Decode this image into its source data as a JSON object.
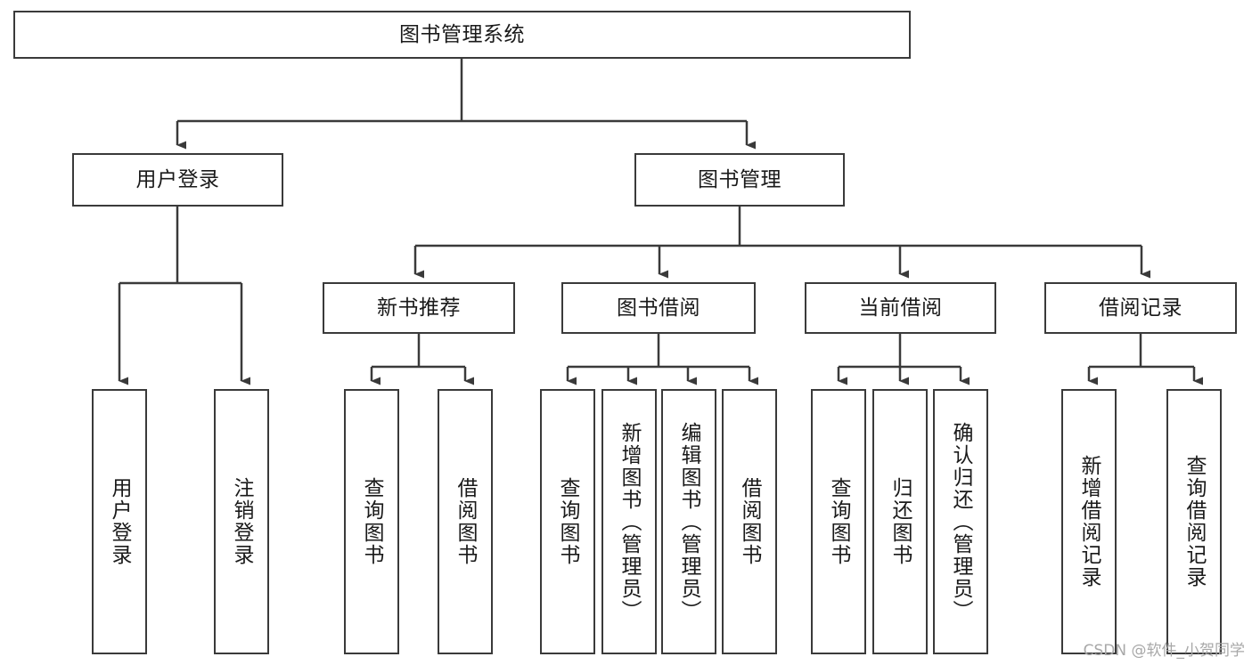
{
  "diagram": {
    "type": "tree-hierarchy-diagram",
    "title": "图书管理系统",
    "watermark": "CSDN @软件_小贺同学",
    "colors": {
      "background": "#ffffff",
      "box_border": "#3a3a3a",
      "box_fill": "#ffffff",
      "text": "#1a1a1a",
      "edge": "#3a3a3a",
      "watermark": "#a8a8a8"
    },
    "levels": {
      "root": {
        "label": "图书管理系统"
      },
      "level2": [
        {
          "id": "user-login",
          "label": "用户登录"
        },
        {
          "id": "book-management",
          "label": "图书管理"
        }
      ],
      "level3": [
        {
          "id": "new-book-recommend",
          "label": "新书推荐",
          "parent": "book-management"
        },
        {
          "id": "book-borrow",
          "label": "图书借阅",
          "parent": "book-management"
        },
        {
          "id": "current-borrow",
          "label": "当前借阅",
          "parent": "book-management"
        },
        {
          "id": "borrow-record",
          "label": "借阅记录",
          "parent": "book-management"
        }
      ],
      "leaves": [
        {
          "id": "leaf-user-login",
          "label": "用户登录",
          "parent": "user-login"
        },
        {
          "id": "leaf-logout-login",
          "label": "注销登录",
          "parent": "user-login"
        },
        {
          "id": "leaf-query-book-1",
          "label": "查询图书",
          "parent": "new-book-recommend"
        },
        {
          "id": "leaf-borrow-book-1",
          "label": "借阅图书",
          "parent": "new-book-recommend"
        },
        {
          "id": "leaf-query-book-2",
          "label": "查询图书",
          "parent": "book-borrow"
        },
        {
          "id": "leaf-add-book",
          "label": "新增图书（管理员）",
          "parent": "book-borrow"
        },
        {
          "id": "leaf-edit-book",
          "label": "编辑图书（管理员）",
          "parent": "book-borrow"
        },
        {
          "id": "leaf-borrow-book-2",
          "label": "借阅图书",
          "parent": "book-borrow"
        },
        {
          "id": "leaf-query-book-3",
          "label": "查询图书",
          "parent": "current-borrow"
        },
        {
          "id": "leaf-return-book",
          "label": "归还图书",
          "parent": "current-borrow"
        },
        {
          "id": "leaf-confirm-return",
          "label": "确认归还（管理员）",
          "parent": "current-borrow"
        },
        {
          "id": "leaf-add-record",
          "label": "新增借阅记录",
          "parent": "borrow-record"
        },
        {
          "id": "leaf-query-record",
          "label": "查询借阅记录",
          "parent": "borrow-record"
        }
      ]
    }
  }
}
